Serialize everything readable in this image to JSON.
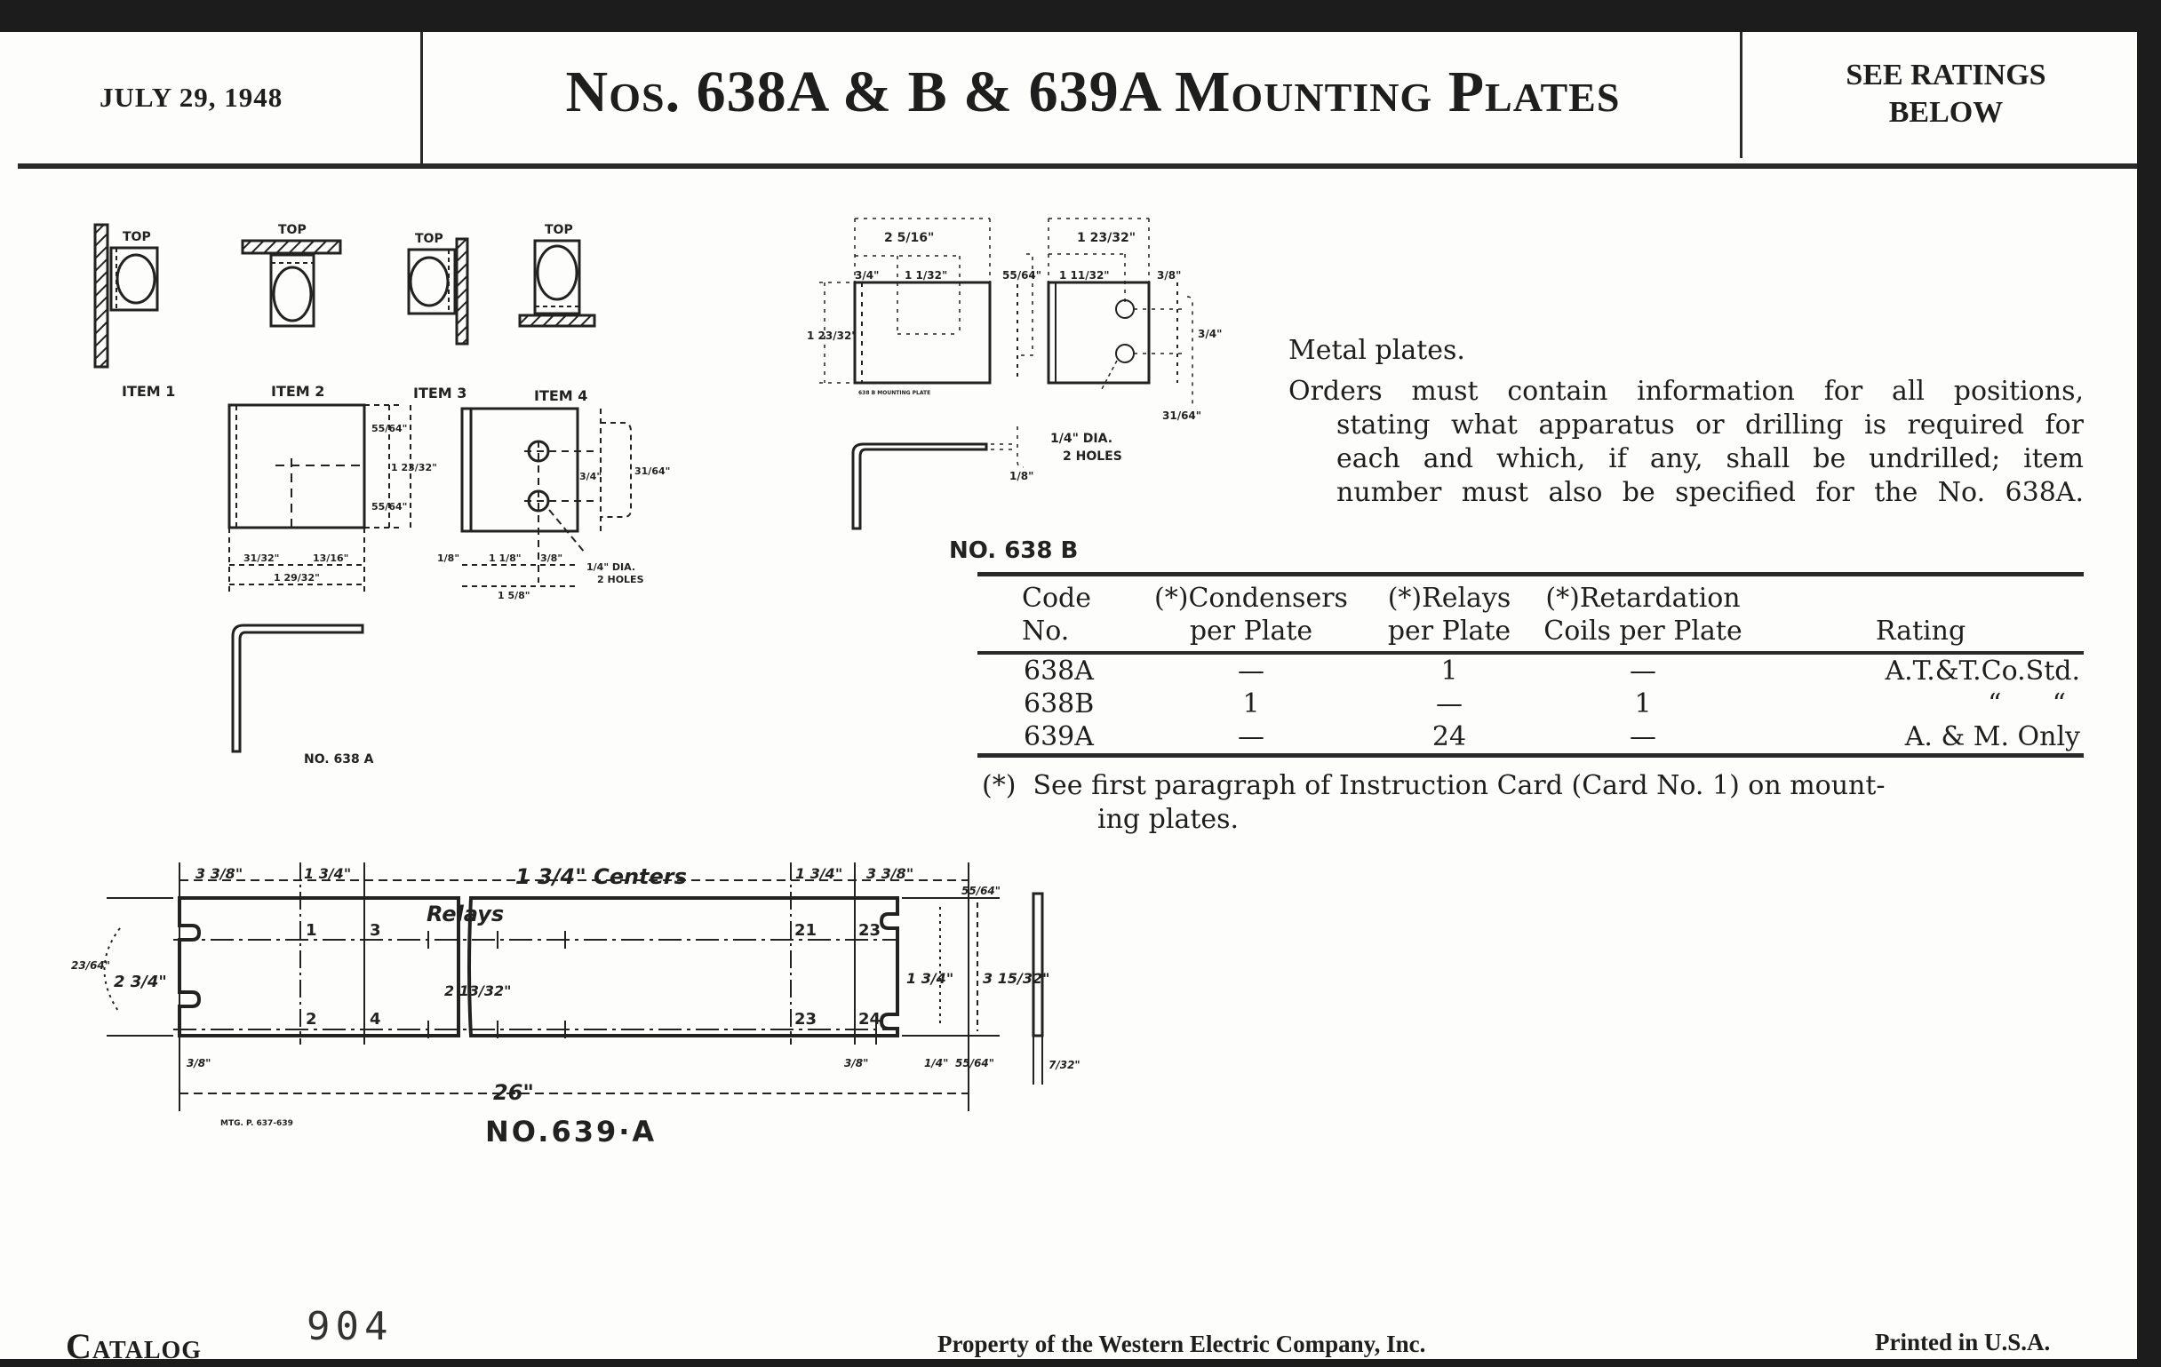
{
  "header": {
    "date": "JULY 29, 1948",
    "title": "Nos. 638A & B & 639A Mounting Plates",
    "ratings_note": [
      "SEE RATINGS",
      "BELOW"
    ]
  },
  "description": {
    "line1": "Metal plates.",
    "paragraph_lines": [
      "Orders must contain information for all positions,",
      "stating what apparatus or drilling is required for",
      "each and which, if any, shall be undrilled; item",
      "number must also be specified for the No. 638A."
    ]
  },
  "table": {
    "headers": [
      [
        "Code",
        "No."
      ],
      [
        "(*)Condensers",
        "per Plate"
      ],
      [
        "(*)Relays",
        "per Plate"
      ],
      [
        "(*)Retardation",
        "Coils per Plate"
      ],
      [
        "",
        "Rating"
      ]
    ],
    "rows": [
      {
        "code": "638A",
        "condensers": "—",
        "relays": "1",
        "coils": "—",
        "rating": "A.T.&T.Co.Std."
      },
      {
        "code": "638B",
        "condensers": "1",
        "relays": "—",
        "coils": "1",
        "rating": "“      “"
      },
      {
        "code": "639A",
        "condensers": "—",
        "relays": "24",
        "coils": "—",
        "rating": "A. & M. Only"
      }
    ],
    "footnote": [
      "(*)  See first paragraph of Instruction Card (Card No. 1) on mount-",
      "ing plates."
    ]
  },
  "drawings": {
    "items": {
      "top_label": "TOP",
      "labels": [
        "ITEM 1",
        "ITEM 2",
        "ITEM 3",
        "ITEM 4"
      ]
    },
    "no638a": {
      "caption": "NO. 638 A",
      "dims": {
        "w_left": "31/32\"",
        "w_right": "13/16\"",
        "w_total": "1 29/32\"",
        "h_top": "55/64\"",
        "h_bot": "55/64\"",
        "h_total": "1 23/32\"",
        "hole_left": "1/8\"",
        "hole_mid": "1 1/8\"",
        "hole_right": "3/8\"",
        "hole_total": "1 5/8\"",
        "hole_spacing": "3/4\"",
        "hole_edge": "31/64\"",
        "hole_note": [
          "1/4\" DIA.",
          "2 HOLES"
        ]
      }
    },
    "no638b": {
      "caption": "NO. 638 B",
      "plate_label": "638 B MOUNTING PLATE",
      "dims": {
        "overall_w": "2 5/16\"",
        "left_offset": "3/4\"",
        "center_span": "1 1/32\"",
        "height": "1 23/32\"",
        "mid_h": "55/64\"",
        "side_w": "1 23/32\"",
        "side_hole": "1 11/32\"",
        "side_edge": "3/8\"",
        "hole_spacing": "3/4\"",
        "hole_edge": "31/64\"",
        "thickness": "1/8\"",
        "hole_note": [
          "1/4\" DIA.",
          "2 HOLES"
        ]
      }
    },
    "no639a": {
      "caption": "NO.639·A",
      "drawing_ref": "MTG. P. 637-639",
      "relays_label": "Relays",
      "centers_label": "1 3/4\" Centers",
      "dims": {
        "end_left": "3 3/8\"",
        "pitch_left": "1 3/4\"",
        "pitch_right": "1 3/4\"",
        "end_right": "3 3/8\"",
        "length": "26\"",
        "row_spacing": "2 3/4\"",
        "slot_offset": "23/64\"",
        "diag": "2 13/32\"",
        "slot_w": "3/8\"",
        "row_inner": "1 3/4\"",
        "height": "3 15/32\"",
        "edge_top": "55/64\"",
        "edge_bot": "55/64\"",
        "slot_small": "1/4\"",
        "slot_right": "3/8\"",
        "thickness": "7/32\""
      },
      "position_numbers": [
        "1",
        "2",
        "3",
        "4",
        "21",
        "23",
        "23",
        "24"
      ]
    }
  },
  "footer": {
    "catalog_label": "Catalog",
    "catalog_number": "904",
    "property": "Property of the Western Electric Company, Inc.",
    "printed": "Printed in U.S.A."
  }
}
